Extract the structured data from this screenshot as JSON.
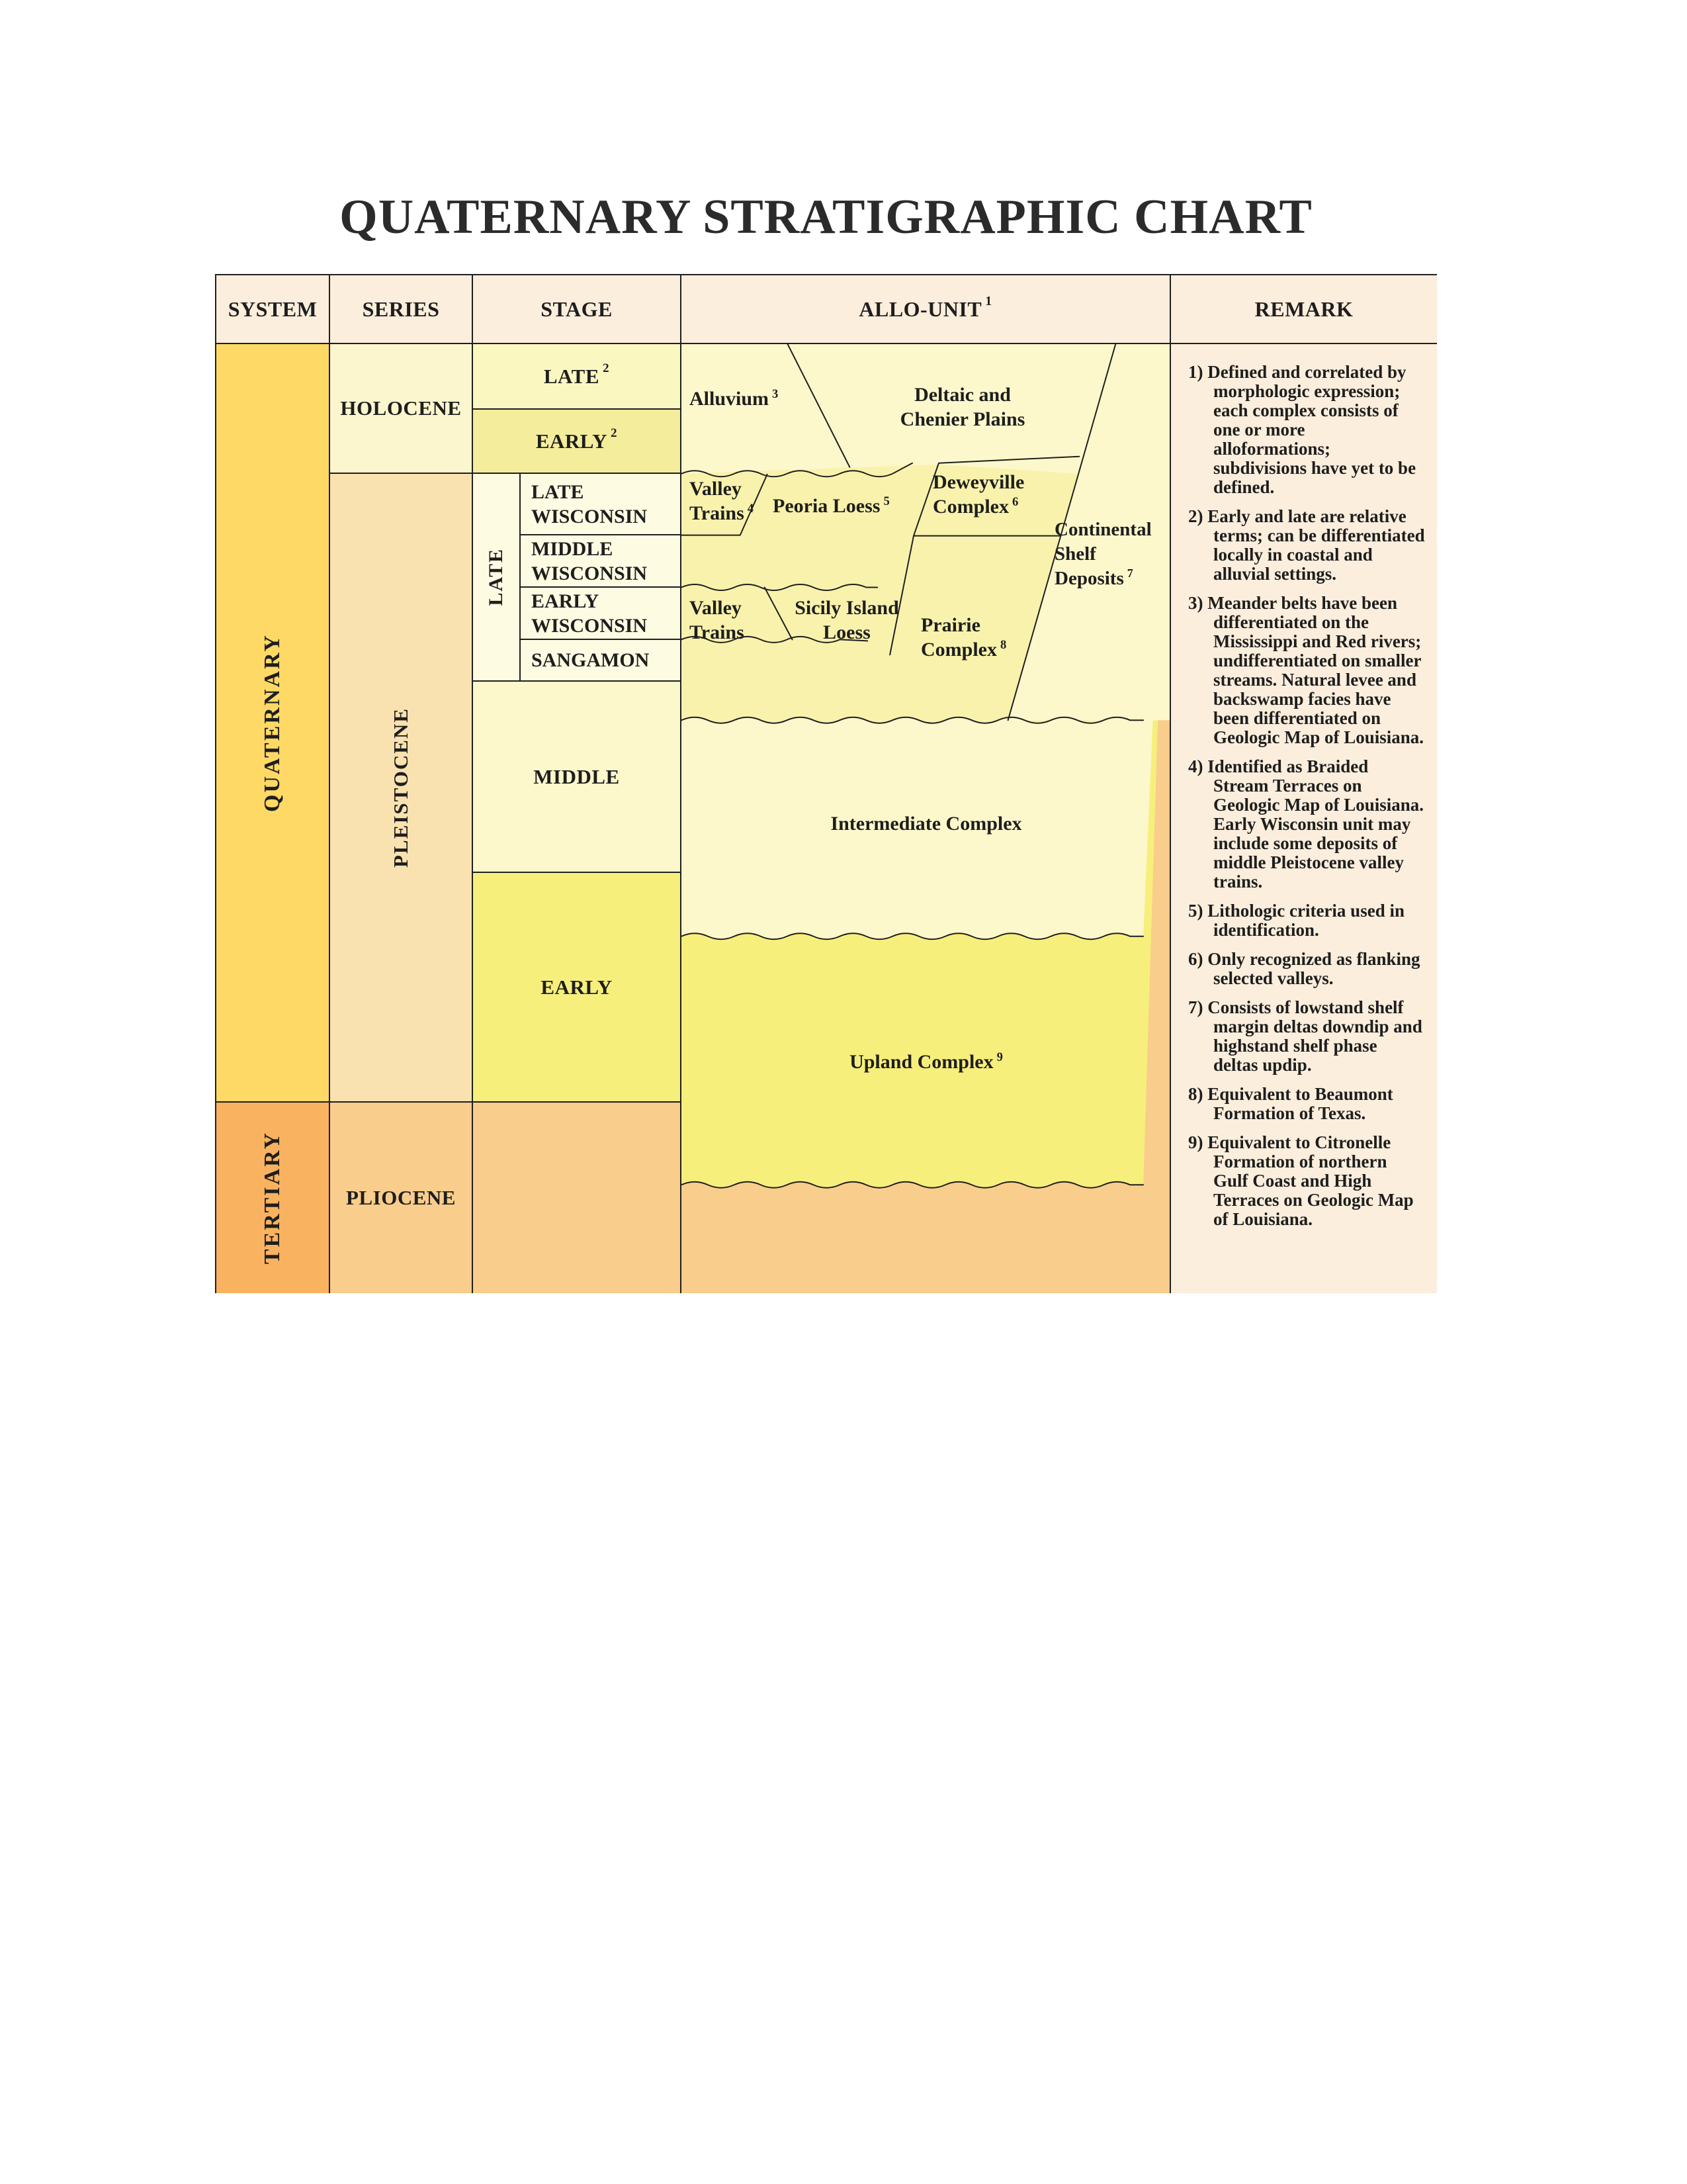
{
  "page": {
    "title": "QUATERNARY STRATIGRAPHIC CHART"
  },
  "colors": {
    "header_bg": "#FBEEDC",
    "quaternary": "#FFD966",
    "tertiary": "#F9B25F",
    "holocene": "#FCF6CE",
    "pleistocene": "#FAE2B0",
    "pliocene": "#F9CD8C",
    "late_holocene_cell": "#FAF7C0",
    "early_holocene_cell": "#F4ED9C",
    "wisconsin_cell": "#FDFBE2",
    "middle_cell": "#FCF8CC",
    "early_cell": "#F7EF7C",
    "allo_pale": "#FCF8CC",
    "allo_band": "#F9F2AC",
    "allo_upland": "#F7EF7C",
    "allo_orange": "#F9CD8C",
    "line": "#1f1f1f"
  },
  "headers": {
    "system": "SYSTEM",
    "series": "SERIES",
    "stage": "STAGE",
    "allo_unit": "ALLO-UNIT",
    "allo_unit_sup": "1",
    "remark": "REMARK"
  },
  "system": {
    "quaternary": "QUATERNARY",
    "tertiary": "TERTIARY"
  },
  "series": {
    "holocene": "HOLOCENE",
    "pleistocene": "PLEISTOCENE",
    "pliocene": "PLIOCENE"
  },
  "stages": {
    "late_holocene": "LATE",
    "late_holocene_sup": "2",
    "early_holocene": "EARLY",
    "early_holocene_sup": "2",
    "late_group": "LATE",
    "late_wisconsin": [
      "LATE",
      "WISCONSIN"
    ],
    "middle_wisconsin": [
      "MIDDLE",
      "WISCONSIN"
    ],
    "early_wisconsin": [
      "EARLY",
      "WISCONSIN"
    ],
    "sangamon": "SANGAMON",
    "middle": "MIDDLE",
    "early": "EARLY"
  },
  "allo_units": {
    "alluvium": "Alluvium",
    "alluvium_sup": "3",
    "deltaic": [
      "Deltaic and",
      "Chenier Plains"
    ],
    "valley_trains_upper": [
      "Valley",
      "Trains"
    ],
    "valley_trains_upper_sup": "4",
    "peoria_loess": "Peoria Loess",
    "peoria_loess_sup": "5",
    "deweyville": [
      "Deweyville",
      "Complex"
    ],
    "deweyville_sup": "6",
    "continental_shelf": [
      "Continental",
      "Shelf",
      "Deposits"
    ],
    "continental_shelf_sup": "7",
    "valley_trains_lower": [
      "Valley",
      "Trains"
    ],
    "sicily_island": [
      "Sicily Island",
      "Loess"
    ],
    "prairie": [
      "Prairie",
      "Complex"
    ],
    "prairie_sup": "8",
    "intermediate": "Intermediate Complex",
    "upland": "Upland Complex",
    "upland_sup": "9"
  },
  "remarks": [
    {
      "num": "1)",
      "text": "Defined and correlated by morphologic expression; each complex consists of one or more alloformations; subdivisions have yet to be defined."
    },
    {
      "num": "2)",
      "text": "Early and late are relative terms; can be differentiated locally in coastal and alluvial settings."
    },
    {
      "num": "3)",
      "text": "Meander belts have been differentiated on the Mississippi and Red rivers; undifferentiated on smaller streams. Natural levee and backswamp facies have been differentiated on Geologic Map of Louisiana."
    },
    {
      "num": "4)",
      "text": "Identified as Braided Stream Terraces on Geologic Map of Louisiana. Early Wisconsin unit may include some deposits of middle Pleistocene valley trains."
    },
    {
      "num": "5)",
      "text": "Lithologic criteria used in identification."
    },
    {
      "num": "6)",
      "text": "Only recognized as flanking selected valleys."
    },
    {
      "num": "7)",
      "text": "Consists of lowstand shelf margin deltas downdip and highstand shelf phase deltas updip."
    },
    {
      "num": "8)",
      "text": "Equivalent to Beaumont Formation of Texas."
    },
    {
      "num": "9)",
      "text": "Equivalent to Citronelle Formation of northern Gulf Coast and High Terraces on Geologic Map of Louisiana."
    }
  ]
}
